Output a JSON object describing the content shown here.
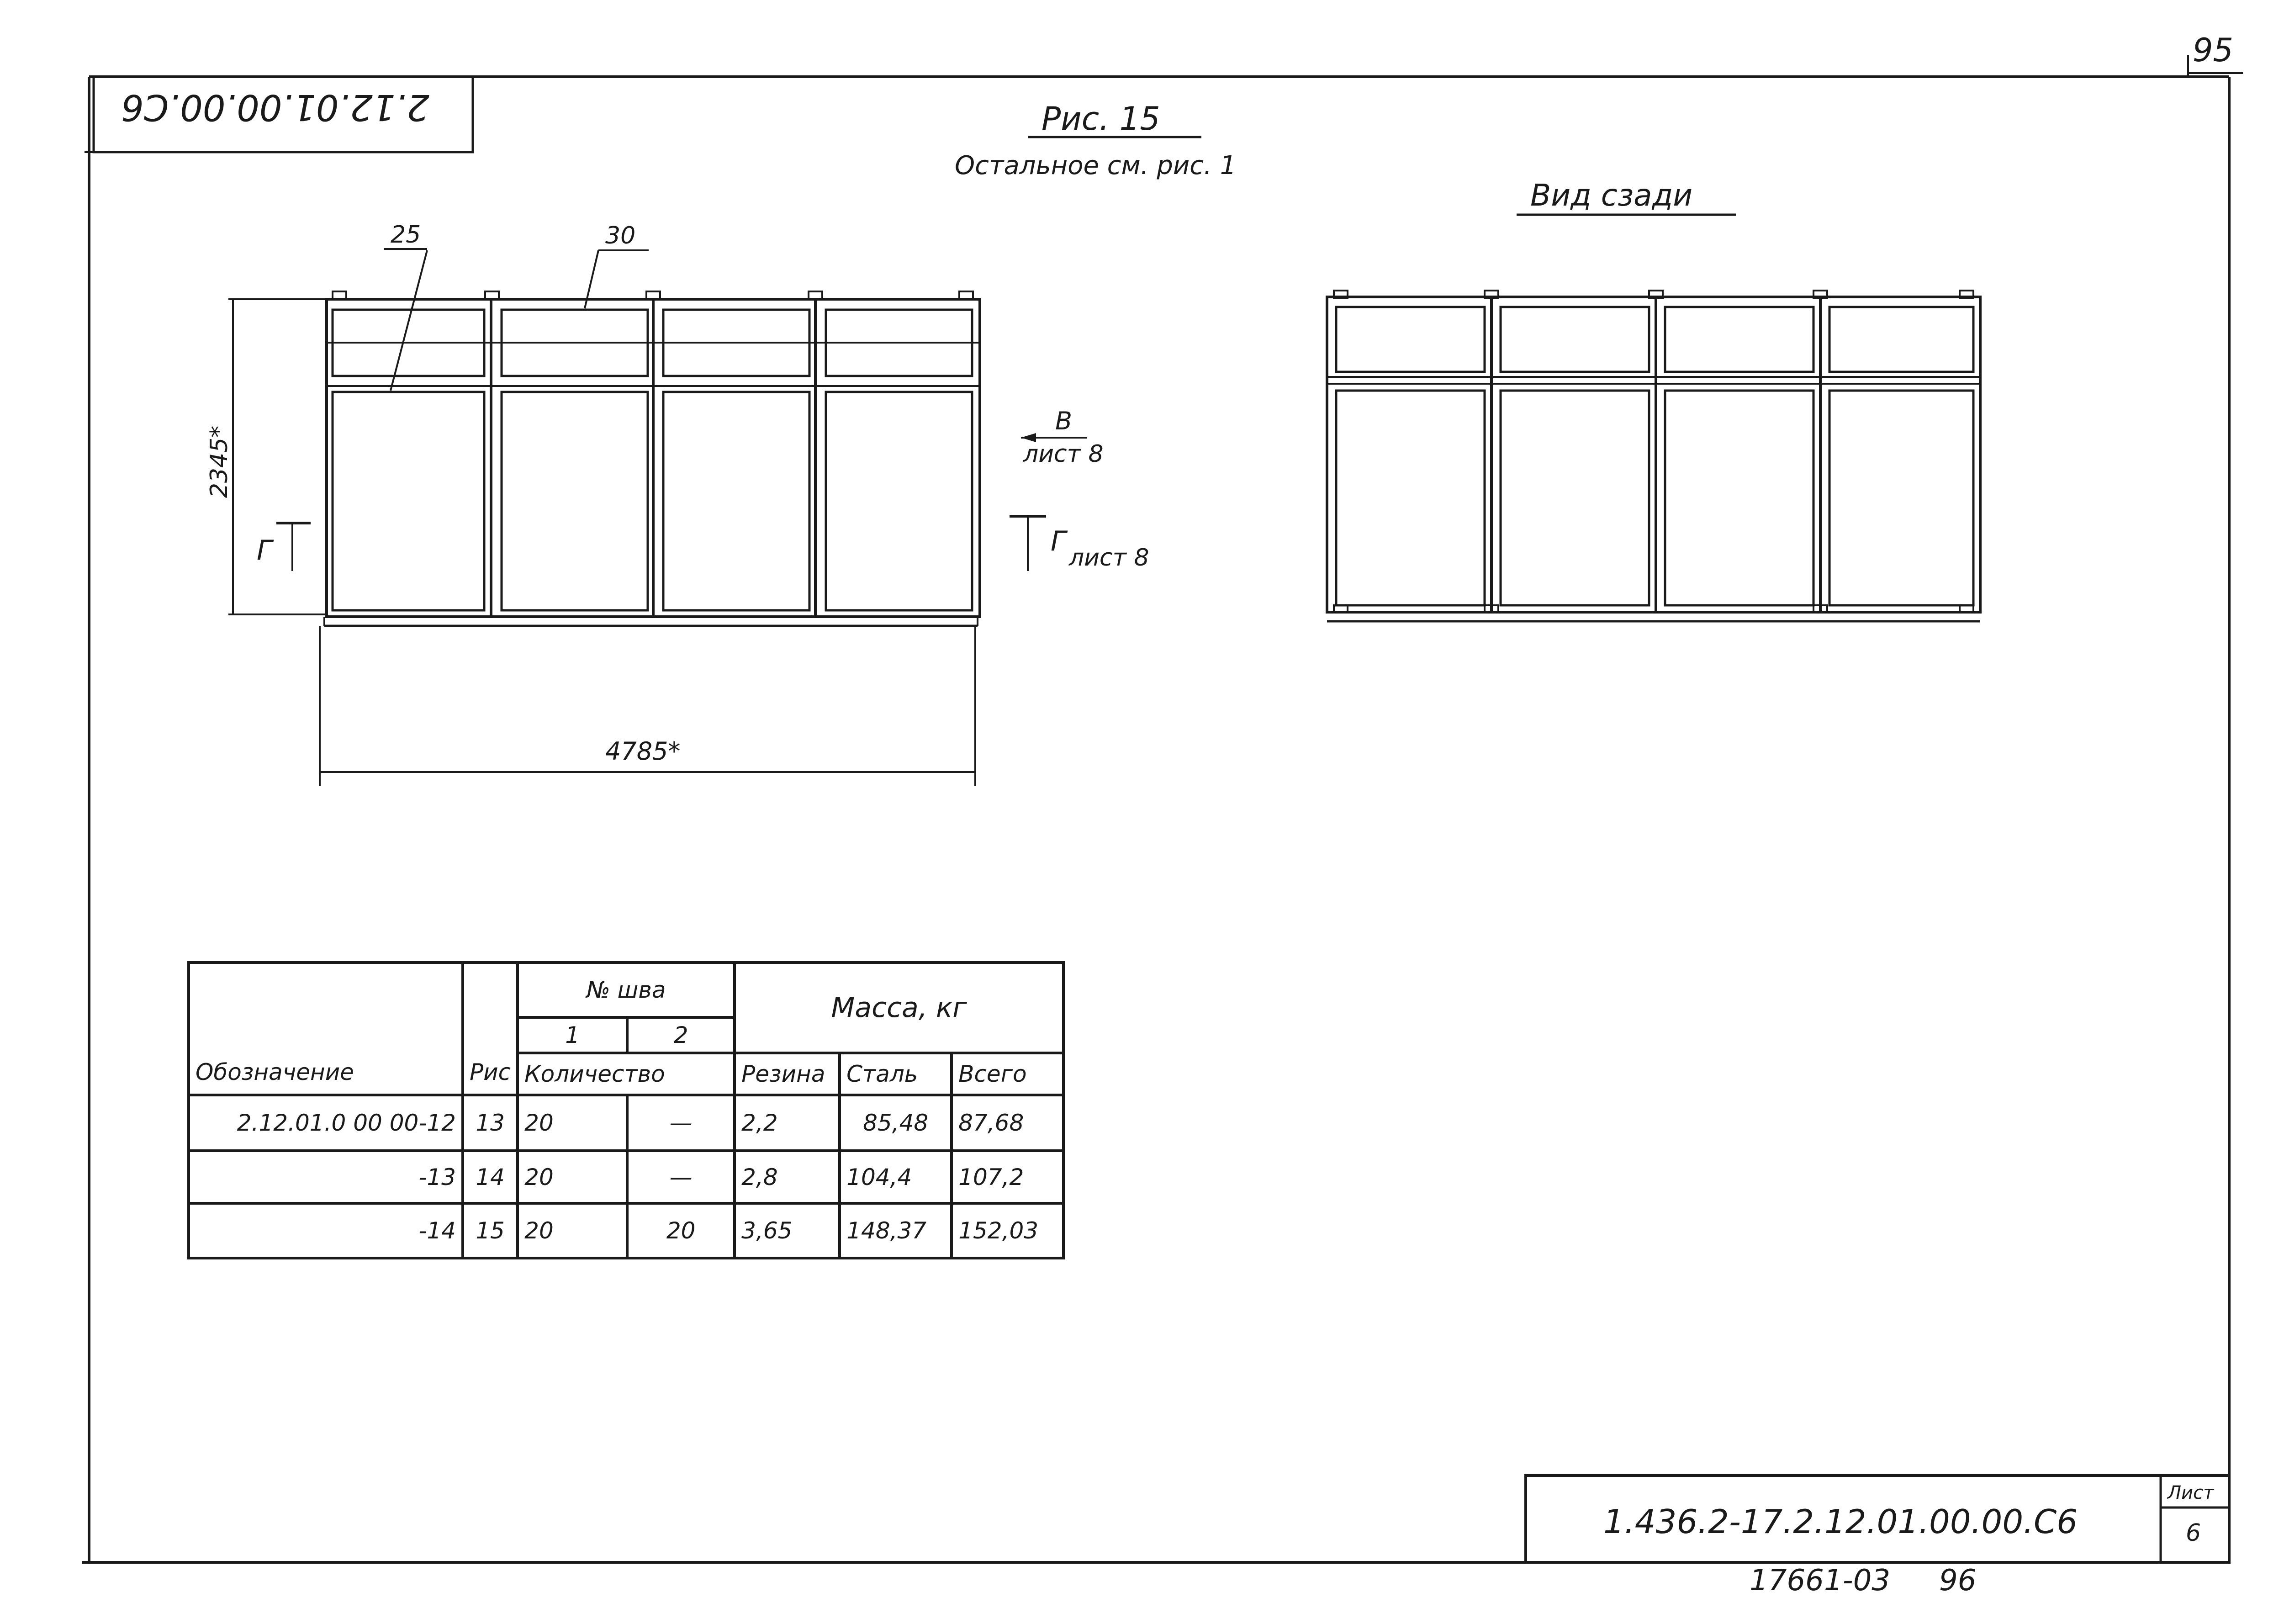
{
  "sheet": {
    "page_number": "95",
    "rotated_code": "2.12.01.00.00.C6",
    "figure_title": "Рис. 15",
    "figure_note": "Остальное см. рис. 1",
    "rear_view_title": "Вид сзади",
    "leader_25": "25",
    "leader_30": "30",
    "dim_height": "2345*",
    "dim_width": "4785*",
    "section_g_left": "Г",
    "section_g_right": "Г",
    "section_g_sheet": "лист 8",
    "view_b_label": "В",
    "view_b_sheet": "лист 8"
  },
  "table": {
    "h_designation": "Обозначение",
    "h_fig": "Рис",
    "h_weld": "№ шва",
    "h_weld1": "1",
    "h_weld2": "2",
    "h_qty": "Количество",
    "h_mass": "Масса, кг",
    "h_rubber": "Резина",
    "h_steel": "Сталь",
    "h_total": "Всего",
    "rows": [
      {
        "designation": "2.12.01.0 00 00-12",
        "fig": "13",
        "q1": "20",
        "q2": "—",
        "rubber": "2,2",
        "steel": "85,48",
        "total": "87,68"
      },
      {
        "designation": "-13",
        "fig": "14",
        "q1": "20",
        "q2": "—",
        "rubber": "2,8",
        "steel": "104,4",
        "total": "107,2"
      },
      {
        "designation": "-14",
        "fig": "15",
        "q1": "20",
        "q2": "20",
        "rubber": "3,65",
        "steel": "148,37",
        "total": "152,03"
      }
    ]
  },
  "stamp": {
    "code": "1.436.2-17.2.12.01.00.00.C6",
    "sheet_label": "Лист",
    "sheet_no": "6"
  },
  "footer": {
    "archive_no": "17661-03",
    "archive_page": "96"
  }
}
